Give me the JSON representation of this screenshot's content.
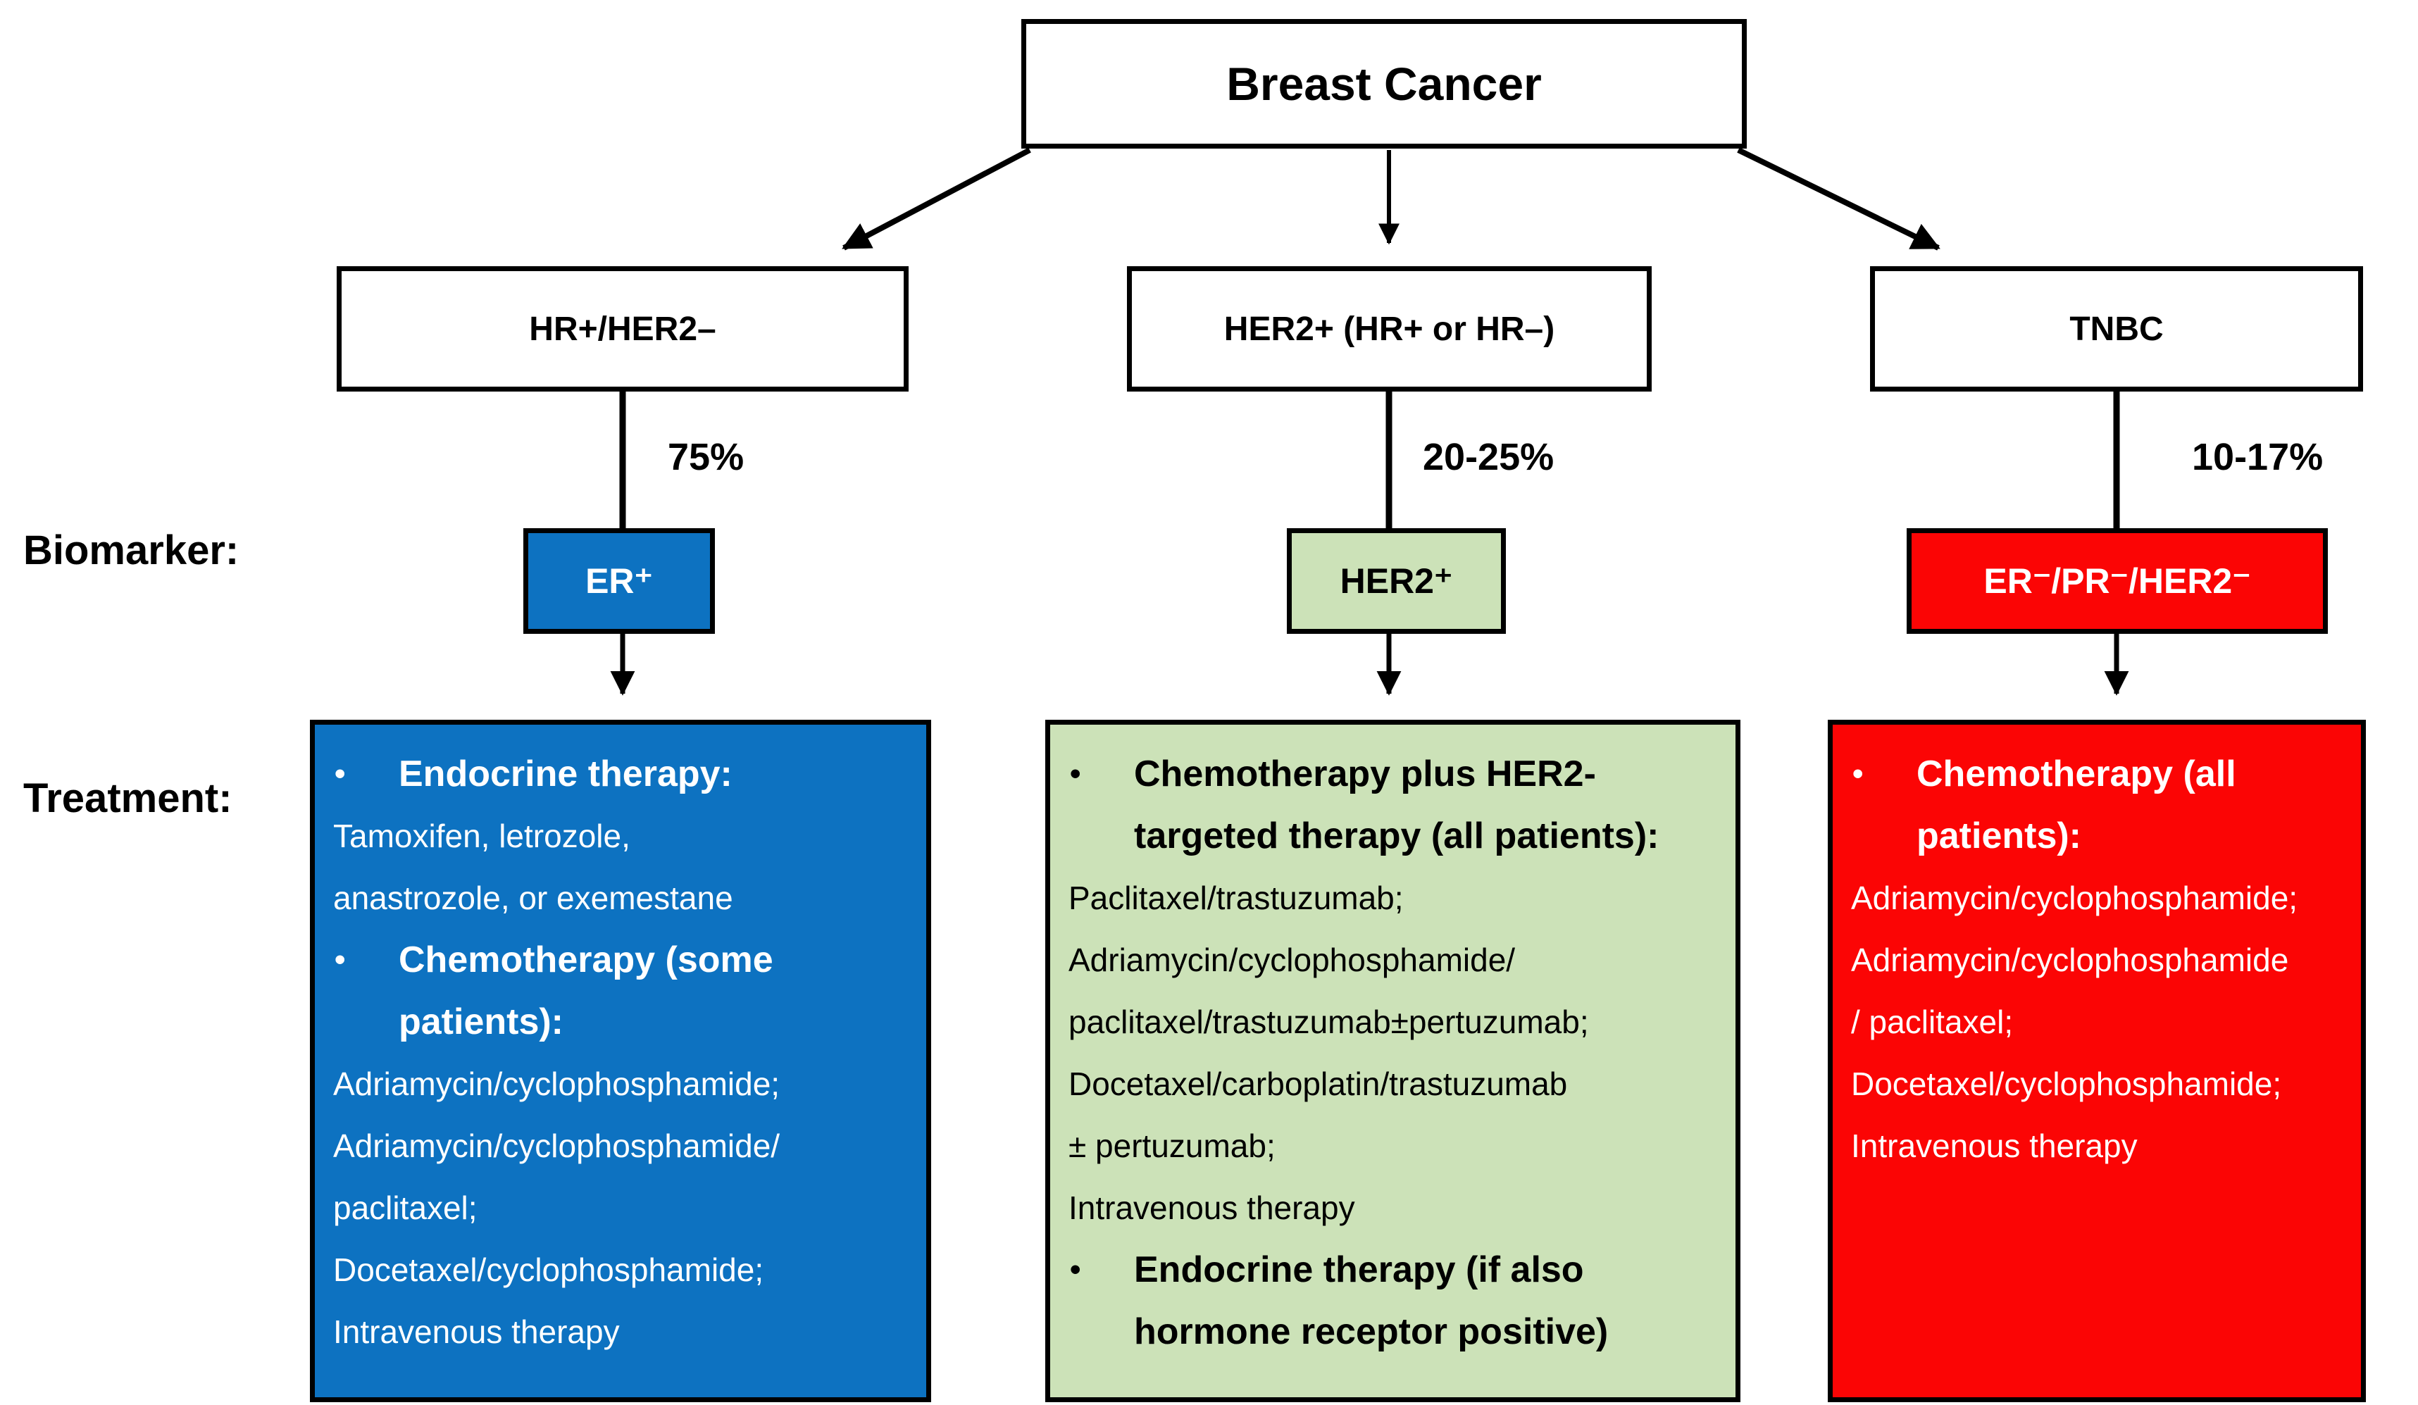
{
  "diagram": {
    "title": "Breast Cancer",
    "row_labels": {
      "biomarker": "Biomarker:",
      "treatment": "Treatment:"
    },
    "colors": {
      "blue": "#0d72c1",
      "green": "#cce2b8",
      "red": "#fb0505",
      "line": "#000000",
      "box_border": "#000000",
      "white_text": "#ffffff",
      "black_text": "#000000"
    },
    "branches": [
      {
        "subtype": "HR+/HER2–",
        "prevalence": "75%",
        "biomarker": "ER⁺",
        "treatment_items": [
          {
            "type": "bullet",
            "text": "Endocrine therapy:"
          },
          {
            "type": "plain",
            "text": "Tamoxifen, letrozole,"
          },
          {
            "type": "plain",
            "text": "anastrozole, or exemestane"
          },
          {
            "type": "bullet",
            "text": "Chemotherapy (some patients):"
          },
          {
            "type": "plain",
            "text": "Adriamycin/cyclophosphamide;"
          },
          {
            "type": "plain",
            "text": "Adriamycin/cyclophosphamide/"
          },
          {
            "type": "plain",
            "text": "paclitaxel;"
          },
          {
            "type": "plain",
            "text": "Docetaxel/cyclophosphamide;"
          },
          {
            "type": "plain",
            "text": "Intravenous therapy"
          }
        ]
      },
      {
        "subtype": "HER2+ (HR+ or HR–)",
        "prevalence": "20-25%",
        "biomarker": "HER2⁺",
        "treatment_items": [
          {
            "type": "bullet",
            "text": "Chemotherapy plus HER2-targeted therapy (all patients):"
          },
          {
            "type": "plain",
            "text": "Paclitaxel/trastuzumab;"
          },
          {
            "type": "plain",
            "text": "Adriamycin/cyclophosphamide/"
          },
          {
            "type": "plain",
            "text": "paclitaxel/trastuzumab±pertuzumab;"
          },
          {
            "type": "plain",
            "text": "Docetaxel/carboplatin/trastuzumab"
          },
          {
            "type": "plain",
            "text": "± pertuzumab;"
          },
          {
            "type": "plain",
            "text": "Intravenous therapy"
          },
          {
            "type": "bullet",
            "text": "Endocrine therapy (if also hormone receptor positive)"
          }
        ]
      },
      {
        "subtype": "TNBC",
        "prevalence": "10-17%",
        "biomarker": "ER⁻/PR⁻/HER2⁻",
        "treatment_items": [
          {
            "type": "bullet",
            "text": "Chemotherapy (all patients):"
          },
          {
            "type": "plain",
            "text": "Adriamycin/cyclophosphamide;"
          },
          {
            "type": "plain",
            "text": "Adriamycin/cyclophosphamide"
          },
          {
            "type": "plain",
            "text": "/ paclitaxel;"
          },
          {
            "type": "plain",
            "text": "Docetaxel/cyclophosphamide;"
          },
          {
            "type": "plain",
            "text": "Intravenous therapy"
          }
        ]
      }
    ]
  }
}
